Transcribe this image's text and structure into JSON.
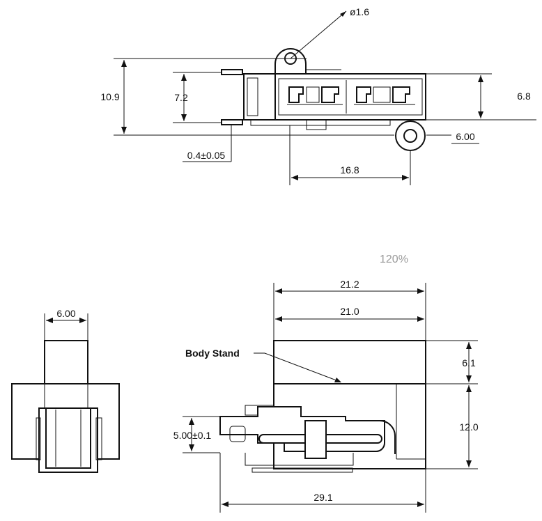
{
  "dimensions": {
    "hole_diameter": "ø1.6",
    "total_height": "10.9",
    "terminal_spacing": "7.2",
    "body_height": "6.8",
    "roller_offset": "6.00",
    "terminal_thickness": "0.4±0.05",
    "roller_to_terminal": "16.8",
    "side_width": "6.00",
    "body_length": "21.2",
    "body_inner_length": "21.0",
    "stand_height": "6.1",
    "body_lower_height": "12.0",
    "tab_height": "5.00±0.1",
    "overall_length": "29.1"
  },
  "labels": {
    "body_stand": "Body Stand",
    "zoom": "120%"
  },
  "colors": {
    "line": "#111111",
    "zoom_text": "#9a9a9a"
  }
}
